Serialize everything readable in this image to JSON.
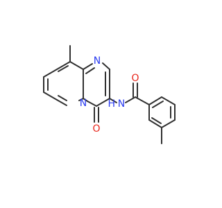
{
  "colors": {
    "bond": "#303030",
    "nitrogen": "#2a3cf0",
    "oxygen": "#e8261c",
    "background": "#ffffff"
  },
  "atoms": {
    "n_ring_top": "N",
    "n_bridgehead": "N",
    "o_ring_carbonyl": "O",
    "n_amide": "N",
    "h_amide": "H",
    "o_amide": "O"
  }
}
